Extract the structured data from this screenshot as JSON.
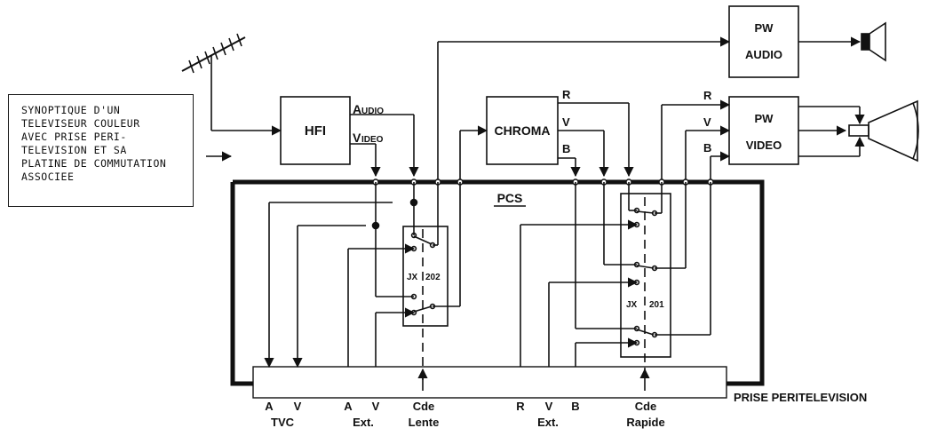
{
  "caption": {
    "lines": [
      "SYNOPTIQUE D'UN",
      "TELEVISEUR COULEUR",
      "AVEC PRISE PERI-",
      "TELEVISION ET SA",
      "PLATINE DE COMMUTATION",
      "ASSOCIEE"
    ]
  },
  "blocks": {
    "hfi": "HFI",
    "chroma": "CHROMA",
    "pw_audio_1": "PW",
    "pw_audio_2": "AUDIO",
    "pw_video_1": "PW",
    "pw_video_2": "VIDEO",
    "pcs": "PCS"
  },
  "signals": {
    "audio_cap": "A",
    "audio_rest": "UDIO",
    "video_cap": "V",
    "video_rest": "IDEO",
    "chroma_r": "R",
    "chroma_v": "V",
    "chroma_b": "B",
    "pw_r": "R",
    "pw_v": "V",
    "pw_b": "B"
  },
  "switches": {
    "jx202_a": "JX",
    "jx202_b": "202",
    "jx201_a": "JX",
    "jx201_b": "201"
  },
  "bottom": {
    "tvc_a": "A",
    "tvc_v": "V",
    "tvc": "TVC",
    "ext1_a": "A",
    "ext1_v": "V",
    "ext1": "Ext.",
    "cde1": "Cde",
    "lente": "Lente",
    "ext2_r": "R",
    "ext2_v": "V",
    "ext2_b": "B",
    "ext2": "Ext.",
    "cde2": "Cde",
    "rapide": "Rapide",
    "prise": "PRISE  PERITELEVISION"
  },
  "icons": [
    "antenna-icon",
    "speaker-icon",
    "crt-tube-icon"
  ]
}
